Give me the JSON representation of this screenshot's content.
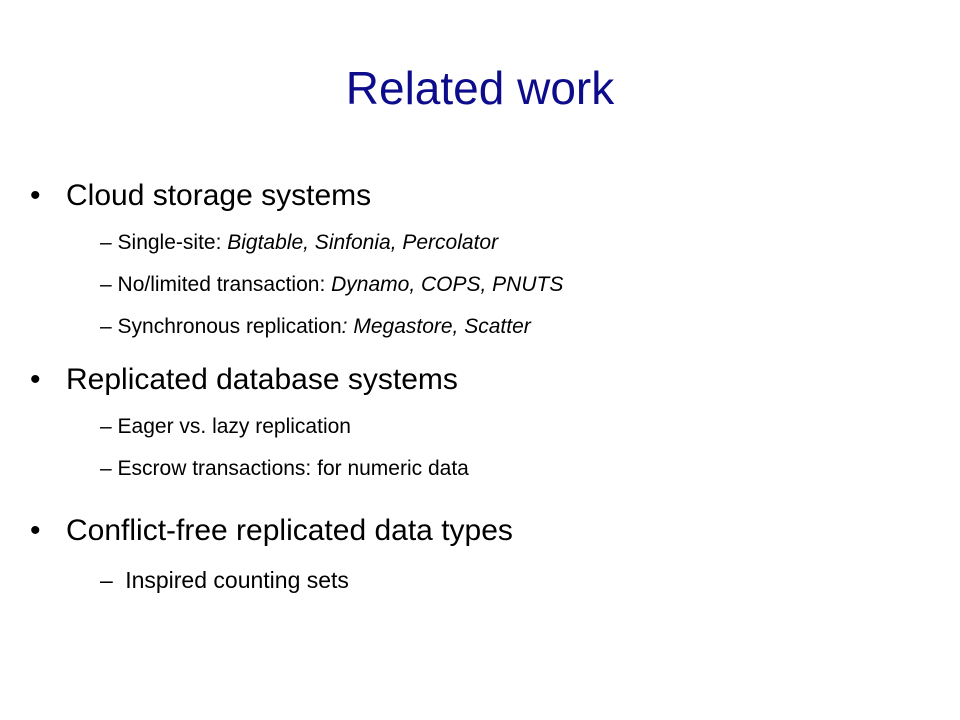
{
  "slide": {
    "title": "Related work",
    "bullet_glyph": "•",
    "dash_glyph": "–",
    "sections": [
      {
        "heading": "Cloud storage systems",
        "items": [
          {
            "prefix": "Single-site: ",
            "italic": "Bigtable, Sinfonia, Percolator"
          },
          {
            "prefix": "No/limited transaction: ",
            "italic": "Dynamo, COPS, PNUTS"
          },
          {
            "prefix": "Synchronous replication",
            "italic": ": Megastore, Scatter"
          }
        ]
      },
      {
        "heading": "Replicated database systems",
        "items": [
          {
            "prefix": "Eager vs. lazy replication",
            "italic": ""
          },
          {
            "prefix": "Escrow transactions: for numeric data",
            "italic": ""
          }
        ]
      },
      {
        "heading": "Conflict-free replicated data types",
        "items": [
          {
            "prefix": "Inspired counting sets",
            "italic": ""
          }
        ]
      }
    ]
  }
}
